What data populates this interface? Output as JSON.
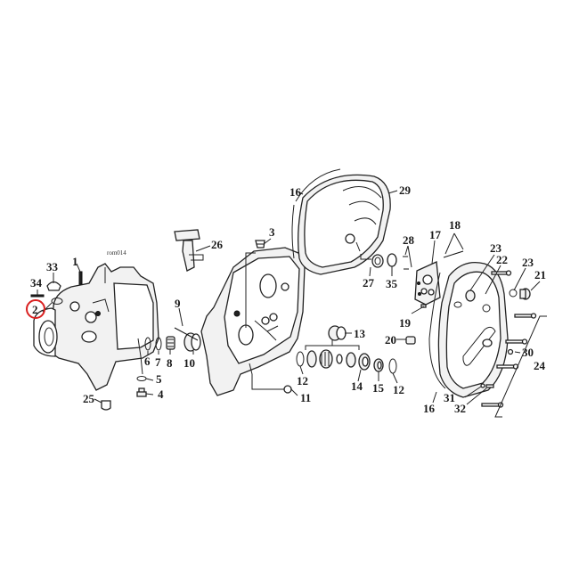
{
  "diagram": {
    "reference_code": "rom014",
    "highlight_color": "#d92020",
    "highlighted_callout": "2",
    "callouts": [
      {
        "id": "1",
        "label": "1"
      },
      {
        "id": "2",
        "label": "2"
      },
      {
        "id": "3",
        "label": "3"
      },
      {
        "id": "4",
        "label": "4"
      },
      {
        "id": "5",
        "label": "5"
      },
      {
        "id": "6",
        "label": "6"
      },
      {
        "id": "7",
        "label": "7"
      },
      {
        "id": "8",
        "label": "8"
      },
      {
        "id": "9",
        "label": "9"
      },
      {
        "id": "10",
        "label": "10"
      },
      {
        "id": "11",
        "label": "11"
      },
      {
        "id": "12a",
        "label": "12"
      },
      {
        "id": "12b",
        "label": "12"
      },
      {
        "id": "13",
        "label": "13"
      },
      {
        "id": "14",
        "label": "14"
      },
      {
        "id": "15",
        "label": "15"
      },
      {
        "id": "16a",
        "label": "16"
      },
      {
        "id": "16b",
        "label": "16"
      },
      {
        "id": "17",
        "label": "17"
      },
      {
        "id": "18",
        "label": "18"
      },
      {
        "id": "19",
        "label": "19"
      },
      {
        "id": "20",
        "label": "20"
      },
      {
        "id": "21",
        "label": "21"
      },
      {
        "id": "22",
        "label": "22"
      },
      {
        "id": "23a",
        "label": "23"
      },
      {
        "id": "23b",
        "label": "23"
      },
      {
        "id": "24",
        "label": "24"
      },
      {
        "id": "25",
        "label": "25"
      },
      {
        "id": "26",
        "label": "26"
      },
      {
        "id": "27",
        "label": "27"
      },
      {
        "id": "28",
        "label": "28"
      },
      {
        "id": "29",
        "label": "29"
      },
      {
        "id": "30",
        "label": "30"
      },
      {
        "id": "31",
        "label": "31"
      },
      {
        "id": "32",
        "label": "32"
      },
      {
        "id": "33",
        "label": "33"
      },
      {
        "id": "34",
        "label": "34"
      },
      {
        "id": "35",
        "label": "35"
      }
    ]
  }
}
